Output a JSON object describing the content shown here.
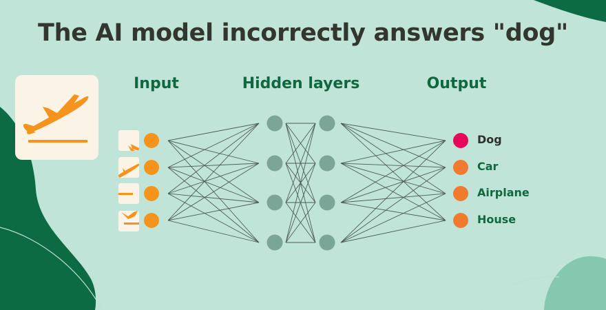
{
  "title": "The AI model incorrectly answers \"dog\"",
  "columns": {
    "input": "Input",
    "hidden": "Hidden layers",
    "output": "Output"
  },
  "outputs": [
    {
      "label": "Dog",
      "color": "#e8065a",
      "selected": true
    },
    {
      "label": "Car",
      "color": "#f07b2e",
      "selected": false
    },
    {
      "label": "Airplane",
      "color": "#f07b2e",
      "selected": false
    },
    {
      "label": "House",
      "color": "#f07b2e",
      "selected": false
    }
  ],
  "colors": {
    "background": "#c0e5d8",
    "dark_green_blob": "#0c6b43",
    "light_green_blob": "#85c8b0",
    "input_node": "#f5941c",
    "hidden_node": "#7ba596",
    "edge": "#4d5b55",
    "airplane": "#f5941c",
    "card": "#fcf3e7"
  },
  "icons": {
    "input_image": "airplane-takeoff-icon"
  }
}
